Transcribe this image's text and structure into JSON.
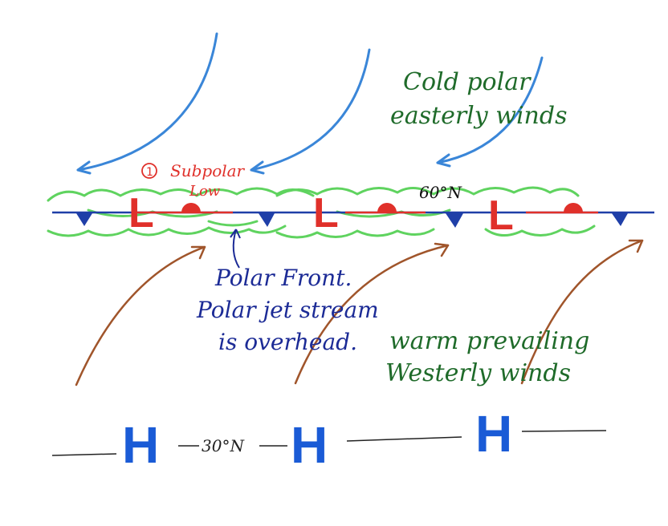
{
  "labels": {
    "marker": "1",
    "subpolar_line1": "Subpolar",
    "subpolar_line2": "Low",
    "lat_60": "60°N",
    "lat_30": "30°N",
    "cold_line1": "Cold polar",
    "cold_line2": "easterly winds",
    "front_line1": "Polar Front.",
    "front_line2": "Polar jet stream",
    "front_line3": "is overhead.",
    "warm_line1": "warm prevailing",
    "warm_line2": "Westerly winds",
    "low_symbol": "L",
    "high_symbol": "H"
  },
  "colors": {
    "cold_winds": "#3a86d8",
    "warm_winds": "#a0552b",
    "front_line": "#1f3fa8",
    "low_pressure": "#e0302a",
    "high_pressure": "#1a5bd6",
    "clouds": "#5fd35f",
    "green_text": "#1f6b2a",
    "navy_text": "#1c2b96"
  }
}
